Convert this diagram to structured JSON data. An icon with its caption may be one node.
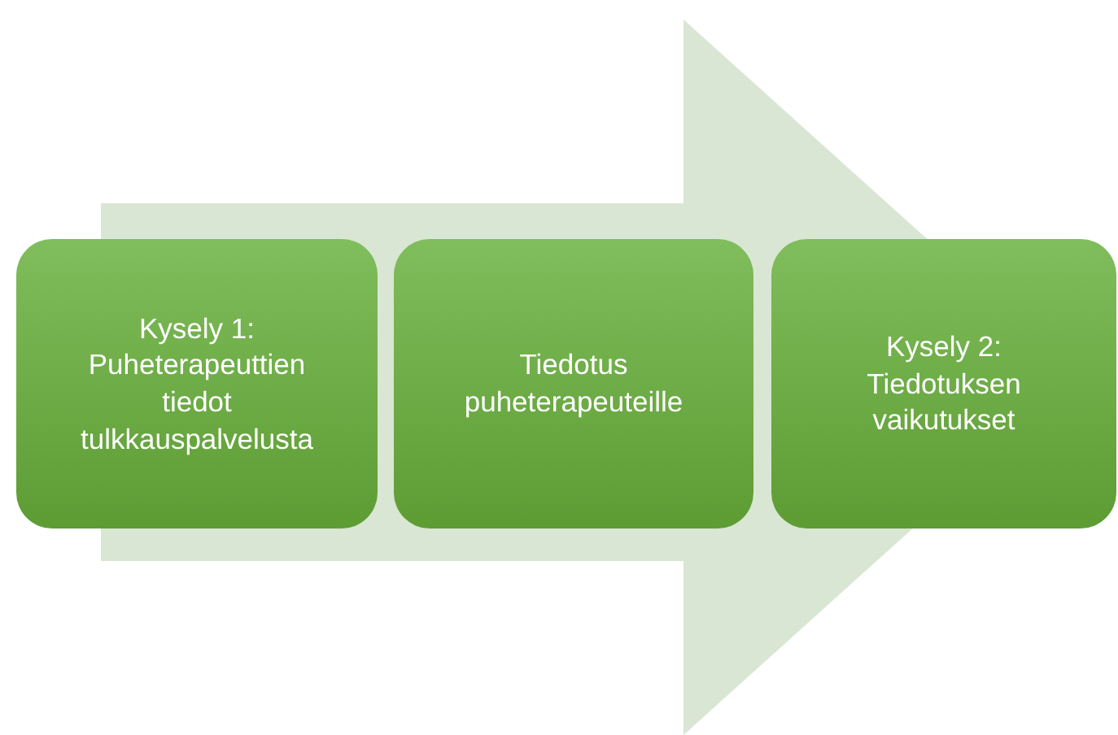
{
  "diagram": {
    "nodes": [
      {
        "text": [
          "Kysely 1: Puheterapeuttien tiedot tulkkauspalvelusta"
        ]
      },
      {
        "text": [
          "Tiedotus puheterapeuteille"
        ]
      },
      {
        "text": [
          "Kysely 2: Tiedotuksen vaikutukset"
        ]
      }
    ],
    "edges": [
      {
        "from": 0,
        "to": 2,
        "arrow": "to"
      }
    ]
  }
}
